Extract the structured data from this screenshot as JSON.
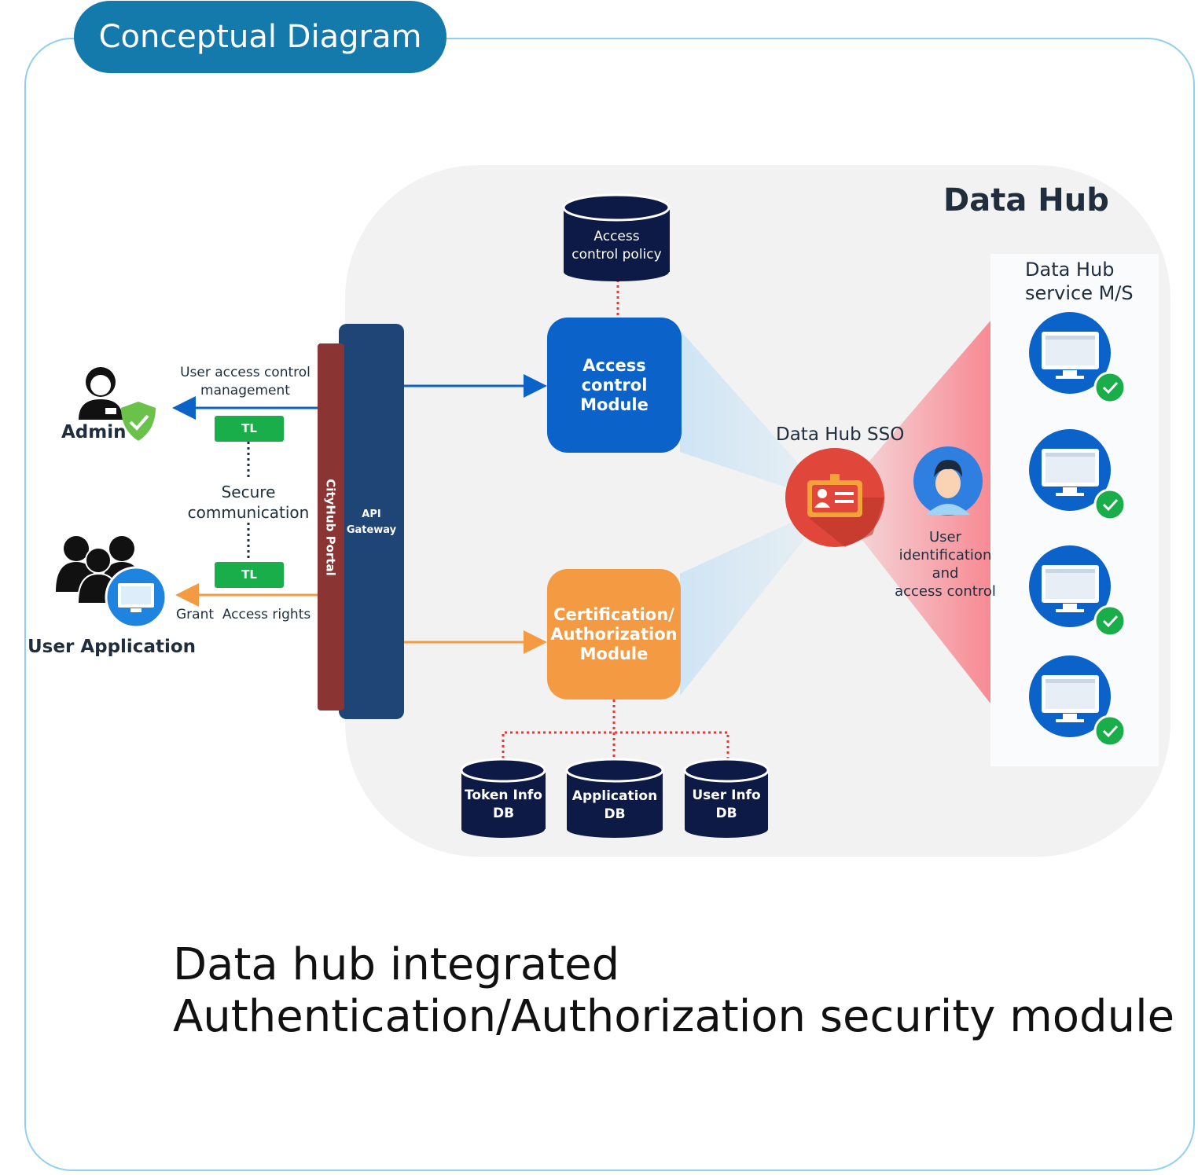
{
  "tab_label": "Conceptual Diagram",
  "hub_title": "Data Hub",
  "ms_title": [
    "Data Hub",
    "service M/S"
  ],
  "admin": {
    "label": "Admin",
    "arrow_label": [
      "User access control",
      "management"
    ]
  },
  "user_app": {
    "label": "User Application",
    "arrow_label": "Grant  Access rights"
  },
  "secure_comm": [
    "Secure",
    "communication"
  ],
  "tl_label": "TL",
  "portal_label": "CityHub Portal",
  "api_label": [
    "API",
    "Gateway"
  ],
  "access_module": [
    "Access",
    "control",
    "Module"
  ],
  "cert_module": [
    "Certification/",
    "Authorization",
    "Module"
  ],
  "policy_db": [
    "Access",
    "control policy"
  ],
  "sso_label": "Data Hub SSO",
  "user_ident": [
    "User",
    "identification",
    "and",
    "access control"
  ],
  "dbs": {
    "token": [
      "Token Info",
      "DB"
    ],
    "application": [
      "Application",
      "DB"
    ],
    "user": [
      "User Info",
      "DB"
    ]
  },
  "caption": [
    "Data hub integrated",
    "Authentication/Authorization security module"
  ],
  "colors": {
    "blue": "#0b63c9",
    "orange": "#f39a43",
    "navy": "#0d1a45",
    "red": "#d94a3b",
    "green": "#1aae4b",
    "pink": "#f8a4ab"
  }
}
